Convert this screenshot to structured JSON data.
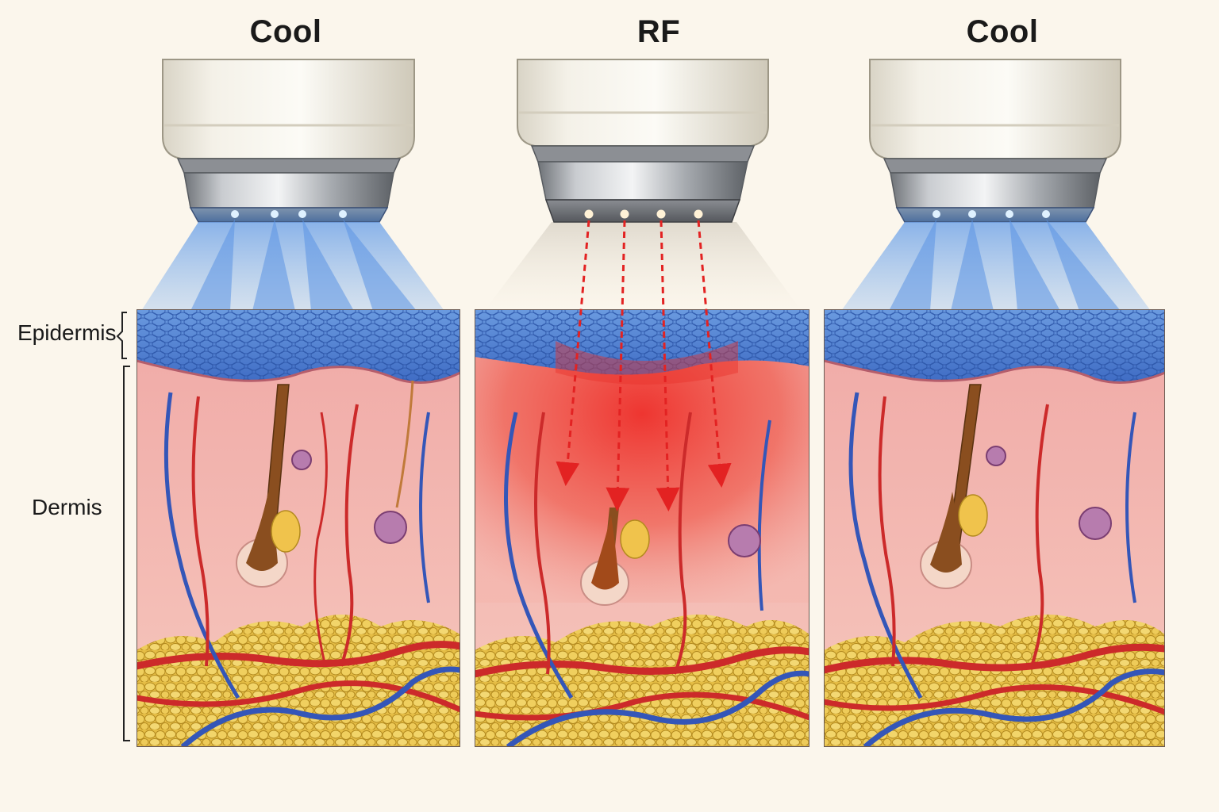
{
  "panels": [
    {
      "title": "Cool",
      "mode": "cool"
    },
    {
      "title": "RF",
      "mode": "rf"
    },
    {
      "title": "Cool",
      "mode": "cool"
    }
  ],
  "layers": {
    "epidermis": "Epidermis",
    "dermis": "Dermis"
  },
  "colors": {
    "background": "#fbf6ec",
    "epidermis": "#4d7fd1",
    "dermis": "#f2b3ac",
    "fat": "#e8c248",
    "cool_spray": "#8db8ee",
    "rf_heat": "#e8322c",
    "artery": "#cc2a2a",
    "vein": "#3456b8"
  },
  "icons": {
    "handpiece": "handpiece-icon",
    "cooling_spray": "cooling-spray-icon",
    "rf_arrow": "rf-arrow-icon"
  }
}
